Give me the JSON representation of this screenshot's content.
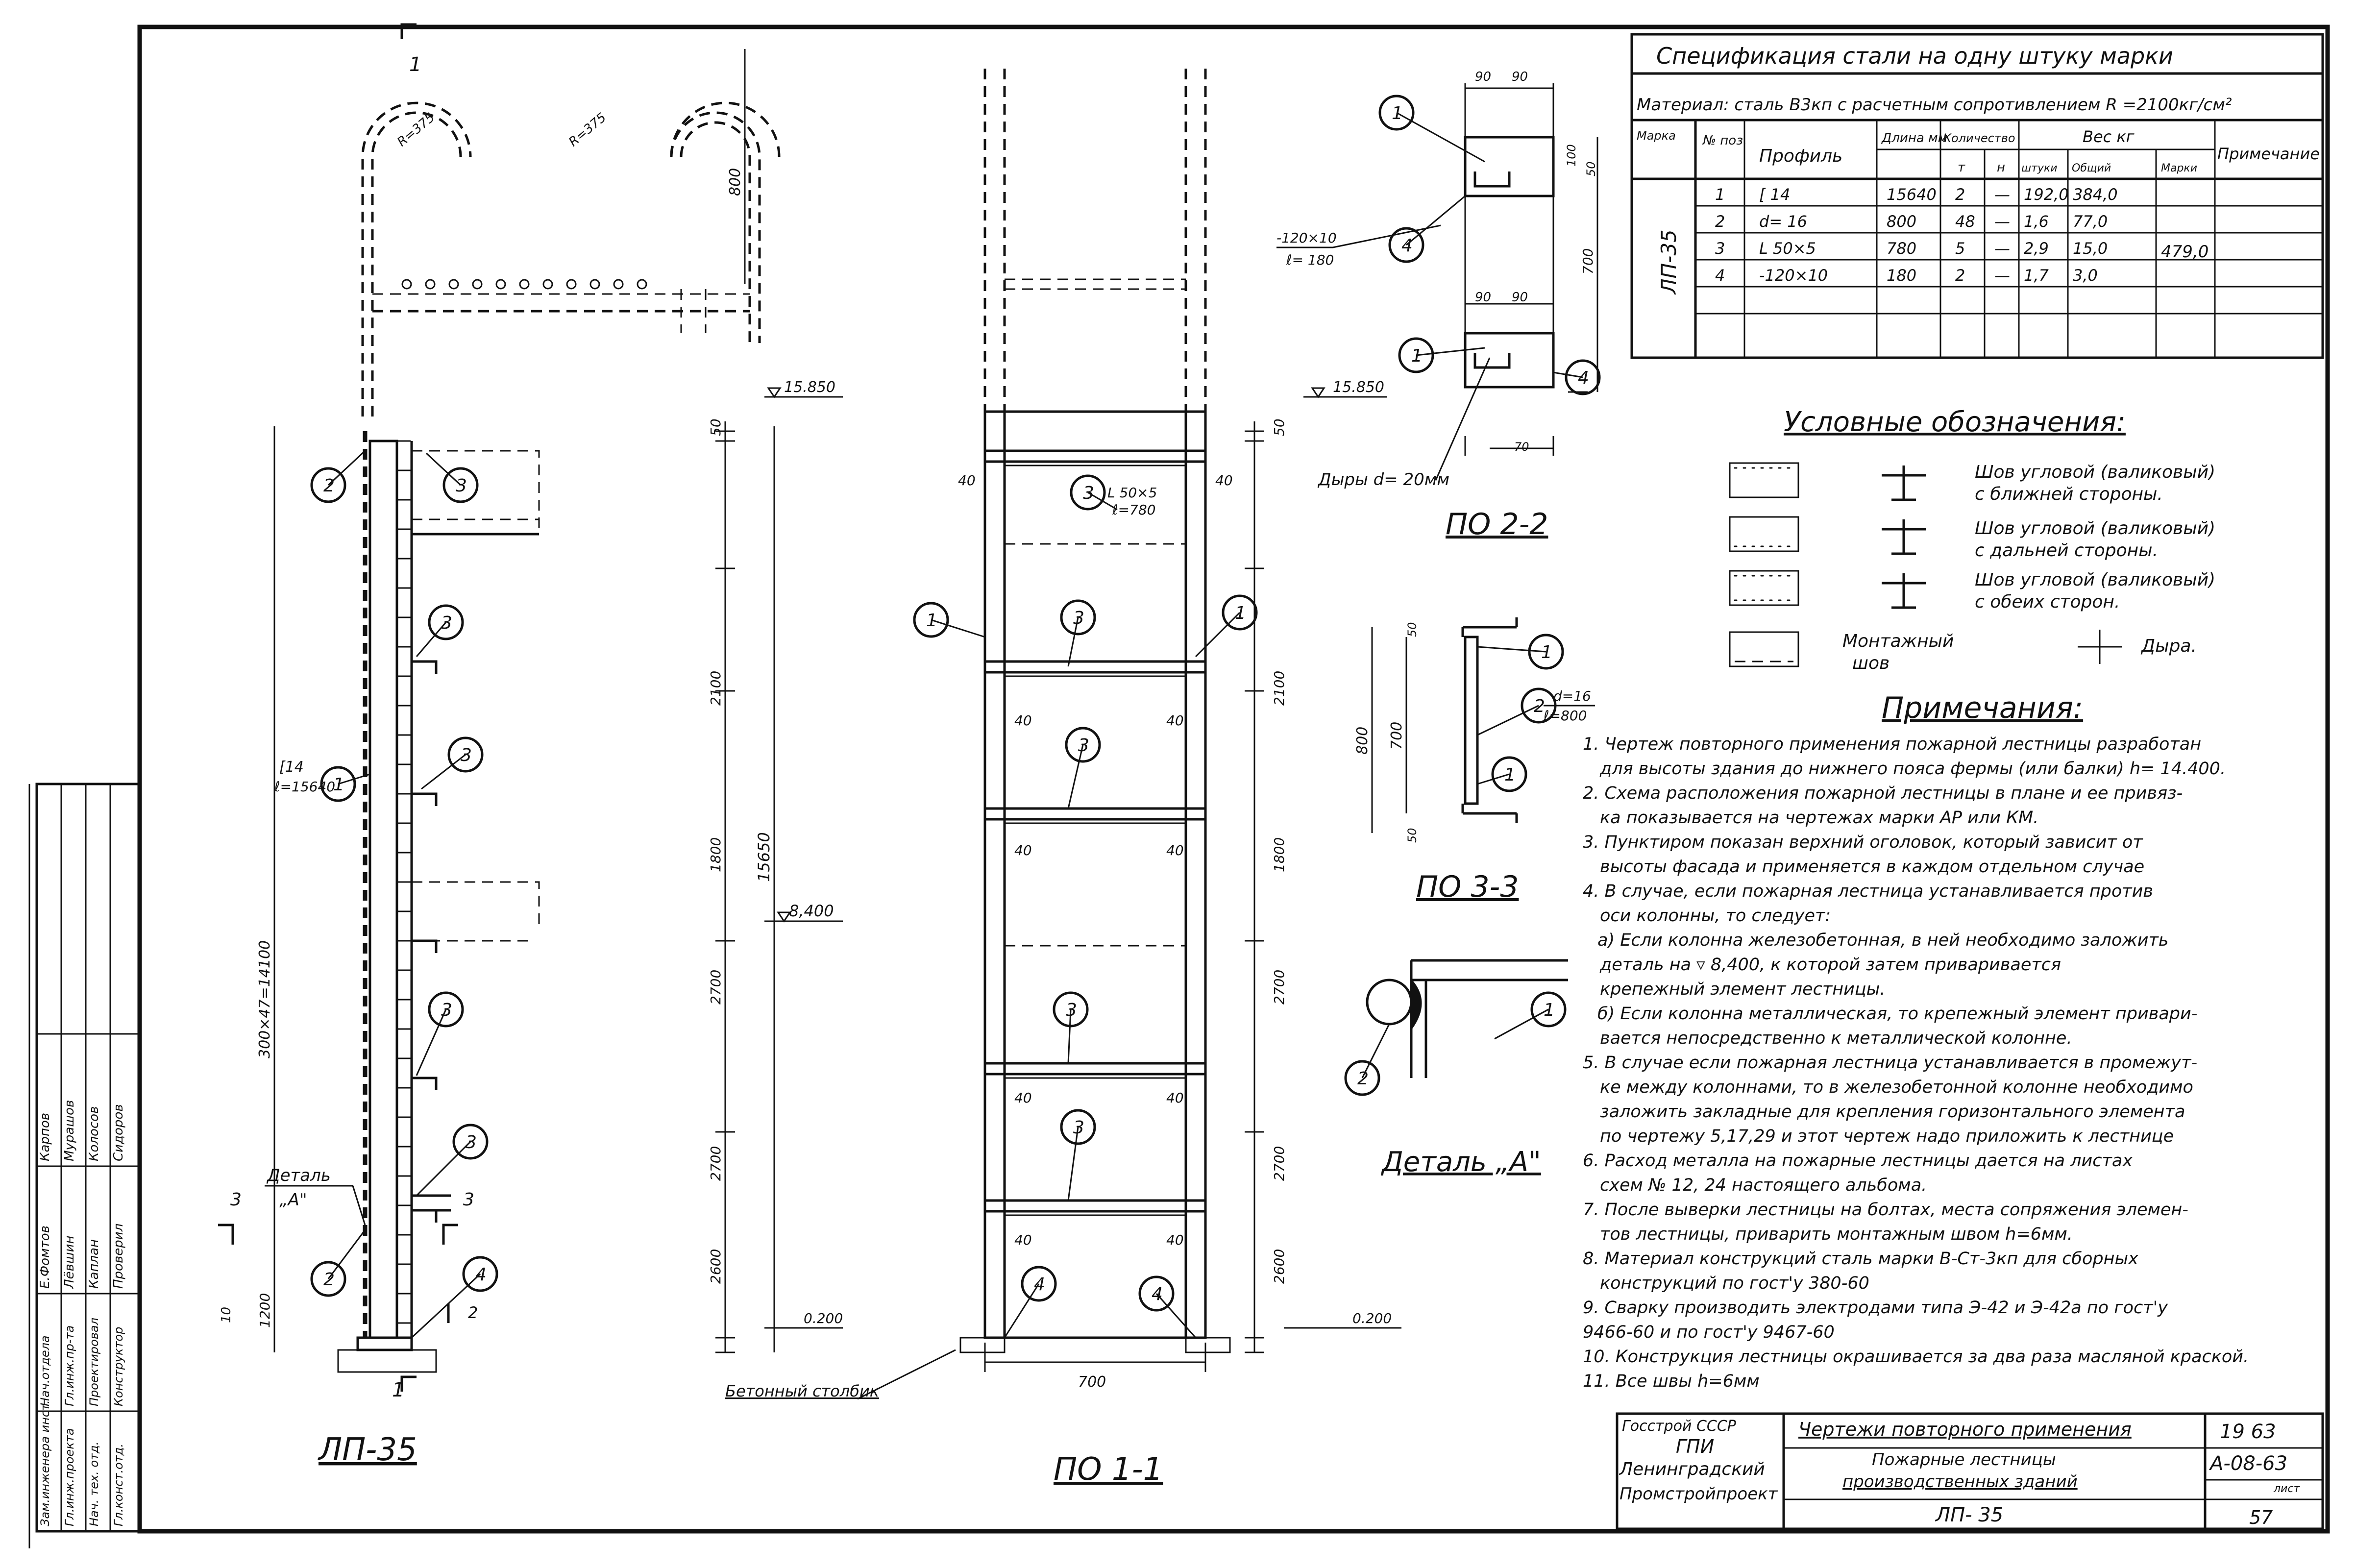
{
  "spec": {
    "title": "Спецификация стали на одну штуку марки",
    "material": "Материал: сталь В3кп с расчетным сопротивлением R =2100кг/см²",
    "headers": {
      "marka": "Марка",
      "poz": "№ поз.",
      "profile": "Профиль",
      "length": "Длина мм",
      "qty": "Количество",
      "qty_t": "т",
      "qty_n": "н",
      "weight": "Вес кг",
      "w_one": "штуки",
      "w_total": "Общий",
      "w_marka": "Марки",
      "note": "Примечание"
    },
    "marka": "ЛП-35",
    "total_weight": "479,0",
    "rows": [
      {
        "poz": "1",
        "profile": "[ 14",
        "length": "15640",
        "qt": "2",
        "qn": "—",
        "w1": "192,0",
        "wt": "384,0"
      },
      {
        "poz": "2",
        "profile": "d= 16",
        "length": "800",
        "qt": "48",
        "qn": "—",
        "w1": "1,6",
        "wt": "77,0"
      },
      {
        "poz": "3",
        "profile": "L 50×5",
        "length": "780",
        "qt": "5",
        "qn": "—",
        "w1": "2,9",
        "wt": "15,0"
      },
      {
        "poz": "4",
        "profile": "-120×10",
        "length": "180",
        "qt": "2",
        "qn": "—",
        "w1": "1,7",
        "wt": "3,0"
      }
    ]
  },
  "legend": {
    "title": "Условные обозначения:",
    "items": [
      {
        "l1": "Шов угловой (валиковый)",
        "l2": "с ближней стороны."
      },
      {
        "l1": "Шов угловой (валиковый)",
        "l2": "с дальней стороны."
      },
      {
        "l1": "Шов угловой (валиковый)",
        "l2": "с обеих сторон."
      }
    ],
    "mount_l1": "Монтажный",
    "mount_l2": "шов",
    "hole": "Дыра."
  },
  "notes": {
    "title": "Примечания:",
    "lines": [
      "1. Чертеж повторного применения пожарной лестницы разработан",
      "для высоты здания до нижнего пояса фермы (или балки) h= 14.400.",
      "2. Схема расположения пожарной лестницы в плане и ее привяз-",
      "ка показывается на чертежах марки АР или КМ.",
      "3. Пунктиром показан верхний оголовок, который зависит от",
      "высоты фасада и применяется в каждом отдельном случае",
      "4. В случае, если пожарная лестница устанавливается против",
      "оси колонны, то следует:",
      "а) Если колонна железобетонная, в ней необходимо заложить",
      "деталь на ▿ 8,400, к которой затем приваривается",
      "крепежный элемент лестницы.",
      "б) Если колонна металлическая, то крепежный элемент привари-",
      "вается непосредственно к металлической колонне.",
      "5. В случае если пожарная лестница устанавливается в промежут-",
      "ке между колоннами, то в железобетонной колонне необходимо",
      "заложить закладные для крепления горизонтального элемента",
      "по чертежу 5,17,29 и этот чертеж надо приложить к лестнице",
      "6. Расход металла на пожарные лестницы дается на листах",
      "схем № 12, 24 настоящего альбома.",
      "7. После выверки лестницы на болтах, места сопряжения элемен-",
      "тов лестницы, приварить монтажным швом h=6мм.",
      "8. Материал конструкций сталь марки В-Ст-3кп для сборных",
      "конструкций по гост'у 380-60",
      "9. Сварку производить электродами типа Э-42 и Э-42а по гост'у",
      "9466-60 и по гост'у 9467-60",
      "10. Конструкция лестницы окрашивается за два раза масляной краской.",
      "11. Все швы h=6мм"
    ]
  },
  "views": {
    "lp35": "ЛП-35",
    "po11": "ПО 1-1",
    "po22": "ПО 2-2",
    "po33": "ПО 3-3",
    "detail_a": "Деталь „А\"",
    "detail_a_call1": "Деталь",
    "detail_a_call2": "„А\"",
    "concrete_post": "Бетонный столбик",
    "holes": "Дыры d= 20мм"
  },
  "labels": {
    "elev_top": "15.850",
    "elev_mid": "8,400",
    "elev_zero": "0.200",
    "c14": "[14",
    "c14_len": "ℓ=15640",
    "angle": "L 50×5",
    "angle_len": "ℓ=780",
    "bar_d": "d=16",
    "bar_len": "ℓ=800",
    "plate": "-120×10",
    "plate_len": "ℓ= 180",
    "r_left": "R=375",
    "r_right": "R=375",
    "dims_left": [
      "50",
      "2100",
      "1800",
      "2700",
      "2700",
      "2600",
      "1200"
    ],
    "dim_total": "15650",
    "dim_lp_total": "300×47=14100",
    "dims_po11": [
      "50",
      "2100",
      "1800",
      "2700",
      "2700",
      "2600"
    ],
    "dim_top": "800",
    "dim_width": "700",
    "dims_40": "40",
    "po22_dims": [
      "90",
      "90",
      "100",
      "50",
      "700"
    ],
    "po33_dims": [
      "50",
      "800",
      "700",
      "50"
    ],
    "section_mark": "3",
    "section_1": "1",
    "section_2": "2",
    "dim_70": "70",
    "dim_100": "100",
    "dim_10": "10"
  },
  "stamp": {
    "org1": "Госстрой СССР",
    "org2": "ГПИ",
    "org3": "Ленинградский",
    "org4": "Промстройпроект",
    "title1": "Чертежи повторного применения",
    "title2": "Пожарные лестницы",
    "title3": "производственных зданий",
    "mark": "ЛП- 35",
    "year": "19 63",
    "album": "А-08-63",
    "sheet_label": "лист",
    "sheet": "57"
  },
  "side_stamp": {
    "roles": [
      "Зам.инженера инст.",
      "Гл.инж.проекта",
      "Нач. тех. отд.",
      "Гл.конст.отд.",
      "Нач.отдела",
      "Гл.инж.пр-та",
      "Проектировал",
      "Конструктор"
    ],
    "names": [
      "Е.Фомтов",
      "Лёвшин",
      "Каплан",
      "Проверил",
      "Карпов",
      "Мурашов",
      "Колосов",
      "Сидоров"
    ]
  },
  "callout_nums": [
    "1",
    "2",
    "3",
    "4"
  ]
}
